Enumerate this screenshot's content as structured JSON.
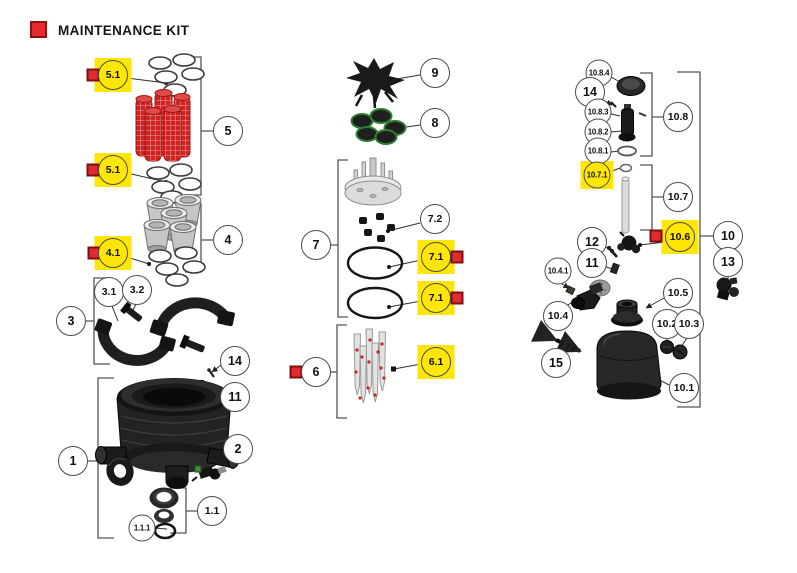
{
  "header": {
    "title": "MAINTENANCE KIT"
  },
  "colors": {
    "marker_red": "#e12b2c",
    "marker_border": "#7c1113",
    "highlight_yellow": "#ffe605",
    "part_red": "#cf2323",
    "part_green": "#2e7d32"
  },
  "callouts": {
    "c5_1_top": "5.1",
    "c5_1_bottom": "5.1",
    "c5": "5",
    "c4_1": "4.1",
    "c4": "4",
    "c3_1": "3.1",
    "c3_2": "3.2",
    "c3": "3",
    "c14_left": "14",
    "c11_left": "11",
    "c1": "1",
    "c2": "2",
    "c1_1": "1.1",
    "c1_1_1": "1.1.1",
    "c9": "9",
    "c8": "8",
    "c7": "7",
    "c7_2": "7.2",
    "c7_1_top": "7.1",
    "c7_1_bottom": "7.1",
    "c6": "6",
    "c6_1": "6.1",
    "c10_8_4": "10.8.4",
    "c14_right": "14",
    "c10_8_3": "10.8.3",
    "c10_8_2": "10.8.2",
    "c10_8_1": "10.8.1",
    "c10_8": "10.8",
    "c10_7_1": "10.7.1",
    "c10_7": "10.7",
    "c10_6": "10.6",
    "c10": "10",
    "c13": "13",
    "c12": "12",
    "c11_right": "11",
    "c10_4_1": "10.4.1",
    "c10_4": "10.4",
    "c10_5": "10.5",
    "c10_2": "10.2",
    "c10_3": "10.3",
    "c15": "15",
    "c10_1": "10.1"
  }
}
